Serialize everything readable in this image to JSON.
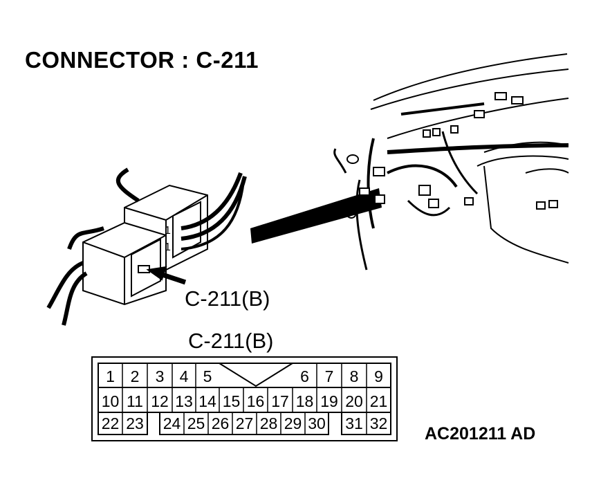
{
  "title": "CONNECTOR : C-211",
  "callout_label": "C-211(B)",
  "pinout": {
    "title": "C-211(B)",
    "rows": [
      [
        "1",
        "2",
        "3",
        "4",
        "5",
        "",
        "6",
        "7",
        "8",
        "9"
      ],
      [
        "10",
        "11",
        "12",
        "13",
        "14",
        "15",
        "16",
        "17",
        "18",
        "19",
        "20",
        "21"
      ],
      [
        "22",
        "23",
        "",
        "24",
        "25",
        "26",
        "27",
        "28",
        "29",
        "30",
        "",
        "31",
        "32"
      ]
    ]
  },
  "drawing_code": "AC201211 AD",
  "colors": {
    "ink": "#000000",
    "background": "#ffffff"
  }
}
